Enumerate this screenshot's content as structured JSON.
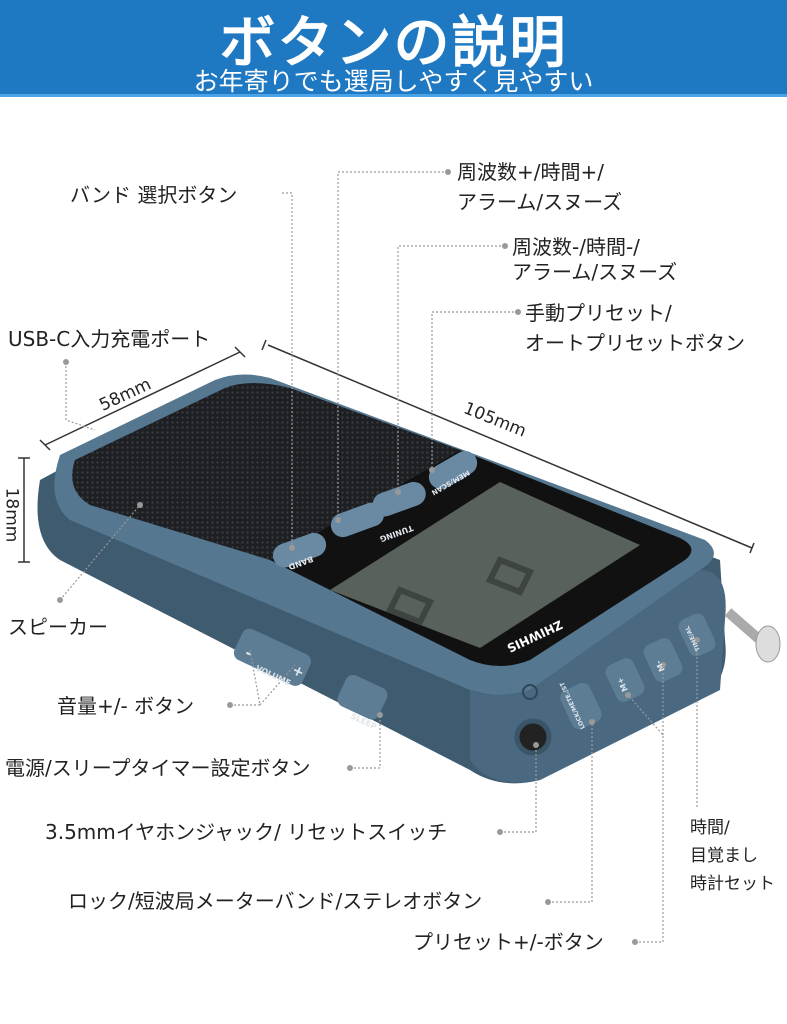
{
  "header": {
    "title": "ボタンの説明",
    "subtitle": "お年寄りでも選局しやすく見やすい"
  },
  "labels": {
    "band": "バンド 選択ボタン",
    "tune_up": [
      "周波数+/時間+/",
      "アラーム/スヌーズ"
    ],
    "tune_down": [
      "周波数-/時間-/",
      "アラーム/スヌーズ"
    ],
    "preset": [
      "手動プリセット/",
      "オートプリセットボタン"
    ],
    "usb": "USB-C入力充電ポート",
    "speaker": "スピーカー",
    "volume": "音量+/- ボタン",
    "power": "電源/スリープタイマー設定ボタン",
    "jack": "3.5mmイヤホンジャック/ リセットスイッチ",
    "time": [
      "時間/",
      "目覚まし",
      "時計セット"
    ],
    "lock": "ロック/短波局メーターバンド/ステレオボタン",
    "preset_pm": "プリセット+/-ボタン"
  },
  "dimensions": {
    "width": "58mm",
    "length": "105mm",
    "height": "18mm"
  },
  "device": {
    "brand": "ZHIWHIS",
    "band": "BAND",
    "tuning": "TUNING",
    "mem_scan": "MEM/SCAN",
    "volume": "VOLUME",
    "vol_minus": "-",
    "vol_plus": "+",
    "sleep": "SLEEP",
    "lock": "LOCK/METE./ST",
    "m_plus": "M+",
    "m_minus": "M-",
    "time_al": "TIME/AL"
  },
  "colors": {
    "header": "#1f79c2",
    "body": "#4f6f86",
    "grille": "#1d1f22"
  }
}
